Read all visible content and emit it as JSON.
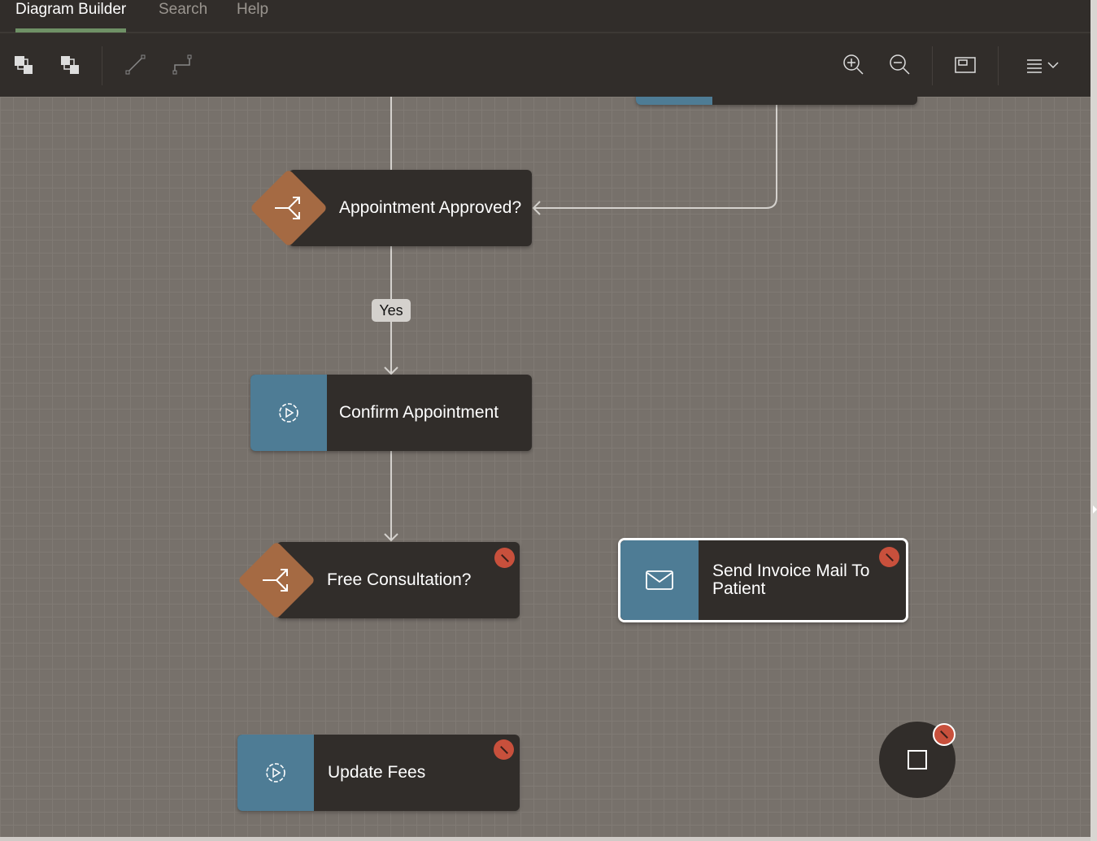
{
  "tabs": [
    {
      "label": "Diagram Builder",
      "active": true
    },
    {
      "label": "Search"
    },
    {
      "label": "Help"
    }
  ],
  "toolbar": {
    "icons": [
      "bring-to-front-icon",
      "send-to-back-icon",
      "straight-connector-icon",
      "elbow-connector-icon",
      "zoom-in-icon",
      "zoom-out-icon",
      "overview-icon",
      "menu-icon"
    ]
  },
  "nodes": {
    "appointment_approved": "Appointment Approved?",
    "confirm_appointment": "Confirm Appointment",
    "free_consultation": "Free Consultation?",
    "send_invoice": "Send Invoice Mail To Patient",
    "update_fees": "Update Fees"
  },
  "edge_labels": {
    "yes": "Yes"
  },
  "colors": {
    "accent": "#6f9166",
    "task": "#4e7c95",
    "gateway": "#a56a43",
    "error": "#c8503c"
  }
}
